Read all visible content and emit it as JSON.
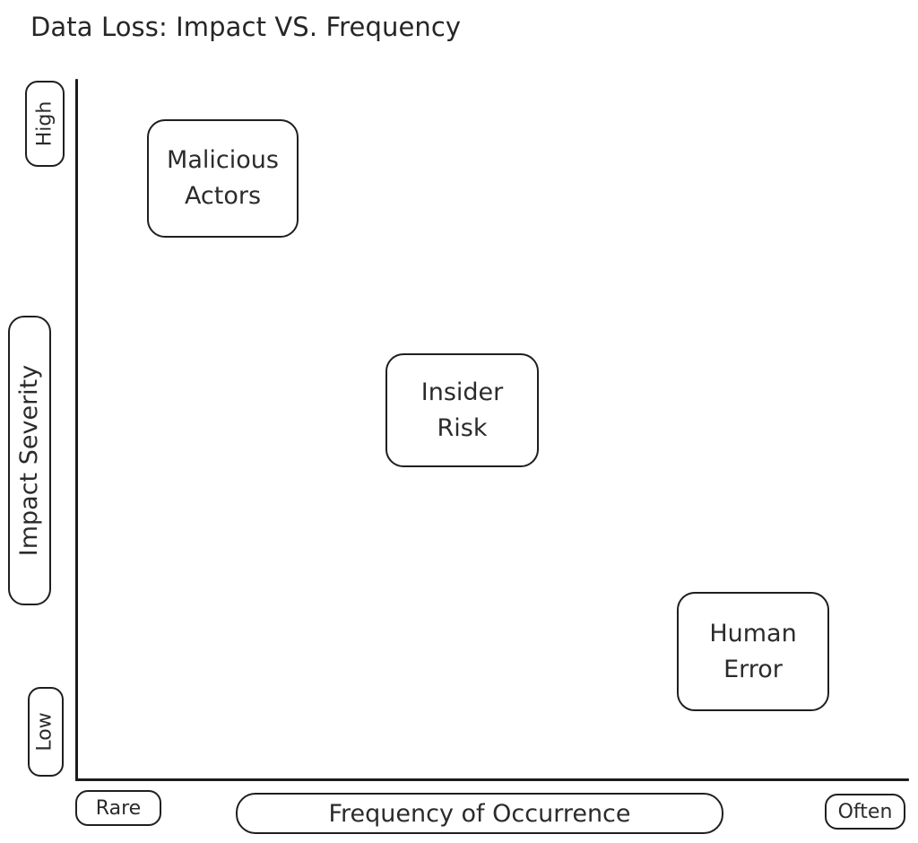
{
  "chart_data": {
    "type": "scatter",
    "title": "Data Loss: Impact VS. Frequency",
    "xlabel": "Frequency of Occurrence",
    "ylabel": "Impact Severity",
    "x_ticks": [
      "Rare",
      "Often"
    ],
    "y_ticks": [
      "Low",
      "High"
    ],
    "xlim": [
      "Rare",
      "Often"
    ],
    "ylim": [
      "Low",
      "High"
    ],
    "grid": false,
    "legend": "none",
    "points": [
      {
        "label": "Malicious Actors",
        "lines": [
          "Malicious",
          "Actors"
        ],
        "frequency": "Rare",
        "impact": "High",
        "x_rel": 0.1,
        "y_rel": 0.94
      },
      {
        "label": "Insider Risk",
        "lines": [
          "Insider",
          "Risk"
        ],
        "frequency": "Medium",
        "impact": "Medium",
        "x_rel": 0.47,
        "y_rel": 0.58
      },
      {
        "label": "Human Error",
        "lines": [
          "Human",
          "Error"
        ],
        "frequency": "Often",
        "impact": "Low",
        "x_rel": 0.86,
        "y_rel": 0.21
      }
    ]
  },
  "colors": {
    "background": "#ffffff",
    "text": "#2b2b2b",
    "title_text": "#262626",
    "stroke": "#1f1f1f",
    "axis": "#1c1c1c"
  }
}
